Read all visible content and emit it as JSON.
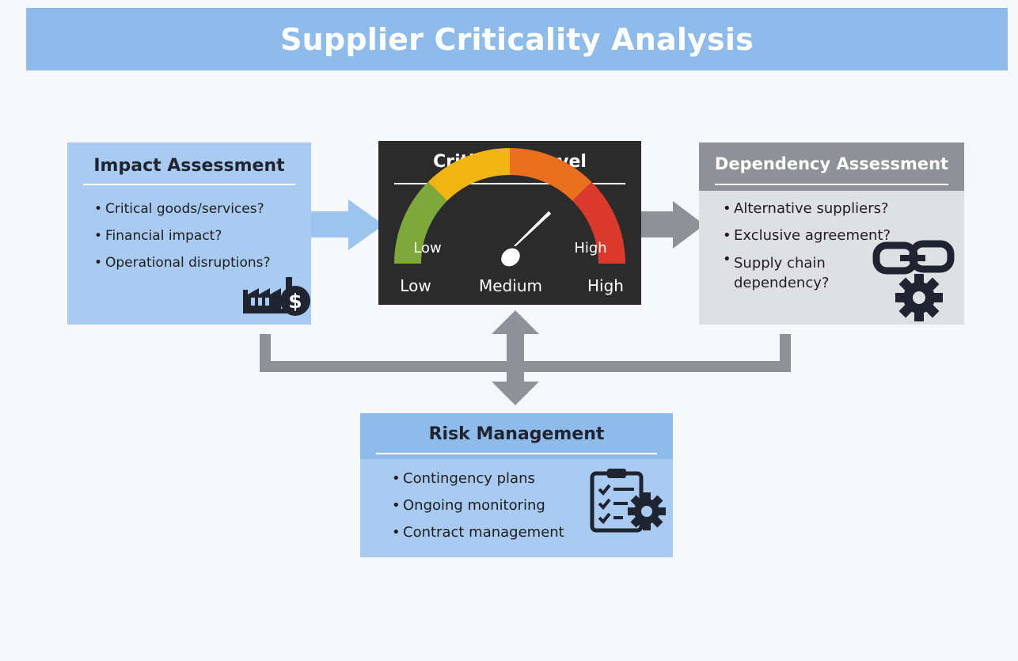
{
  "title": "Supplier Criticality Analysis",
  "impact": {
    "heading": "Impact Assessment",
    "items": [
      "Critical goods/services?",
      "Financial impact?",
      "Operational disruptions?"
    ],
    "icon": "factory-dollar-icon"
  },
  "gauge": {
    "heading": "Criticality Level",
    "arc_low": "Low",
    "arc_high": "High",
    "scale": [
      "Low",
      "Medium",
      "High"
    ],
    "colors": [
      "#7ea83c",
      "#f0b512",
      "#e8701e",
      "#d93a2b"
    ]
  },
  "dependency": {
    "heading": "Dependency Assessment",
    "items": [
      "Alternative suppliers?",
      "Exclusive agreement?"
    ],
    "item3_line1": "Supply chain",
    "item3_line2": "dependency?",
    "icon": "chain-gear-icon"
  },
  "risk": {
    "heading": "Risk Management",
    "items": [
      "Contingency plans",
      "Ongoing monitoring",
      "Contract management"
    ],
    "icon": "clipboard-gear-icon"
  },
  "colors": {
    "banner": "#8fbbeb",
    "blue_panel": "#a9cbf1",
    "gray_panel": "#dfe0e4",
    "arrow_blue": "#9cc4ee",
    "arrow_gray": "#8f9198"
  }
}
